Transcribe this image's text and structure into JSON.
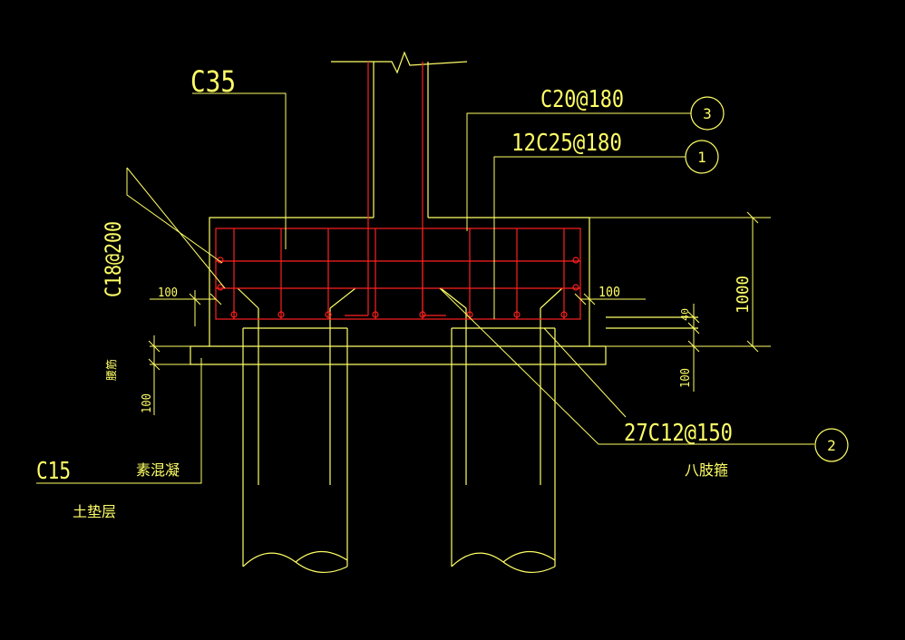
{
  "colors": {
    "background": "#000000",
    "outline": "#ffff66",
    "rebar": "#ff2020",
    "text": "#ffff66"
  },
  "labels": {
    "concrete_grade": "C35",
    "top_bar": "C20@180",
    "bottom_bar": "12C25@180",
    "side_bar": "C18@200",
    "stirrup": "27C12@150",
    "stirrup_note": "八肢箍",
    "pad_grade": "C15",
    "pad_material": "素混凝",
    "pad_layer": "土垫层",
    "side_note": "腰筋",
    "callout_1": "1",
    "callout_2": "2",
    "callout_3": "3"
  },
  "dimensions": {
    "height": "1000",
    "left_cover": "100",
    "right_cover": "100",
    "pad_thickness": "100",
    "right_pad": "100",
    "embed": "40"
  }
}
